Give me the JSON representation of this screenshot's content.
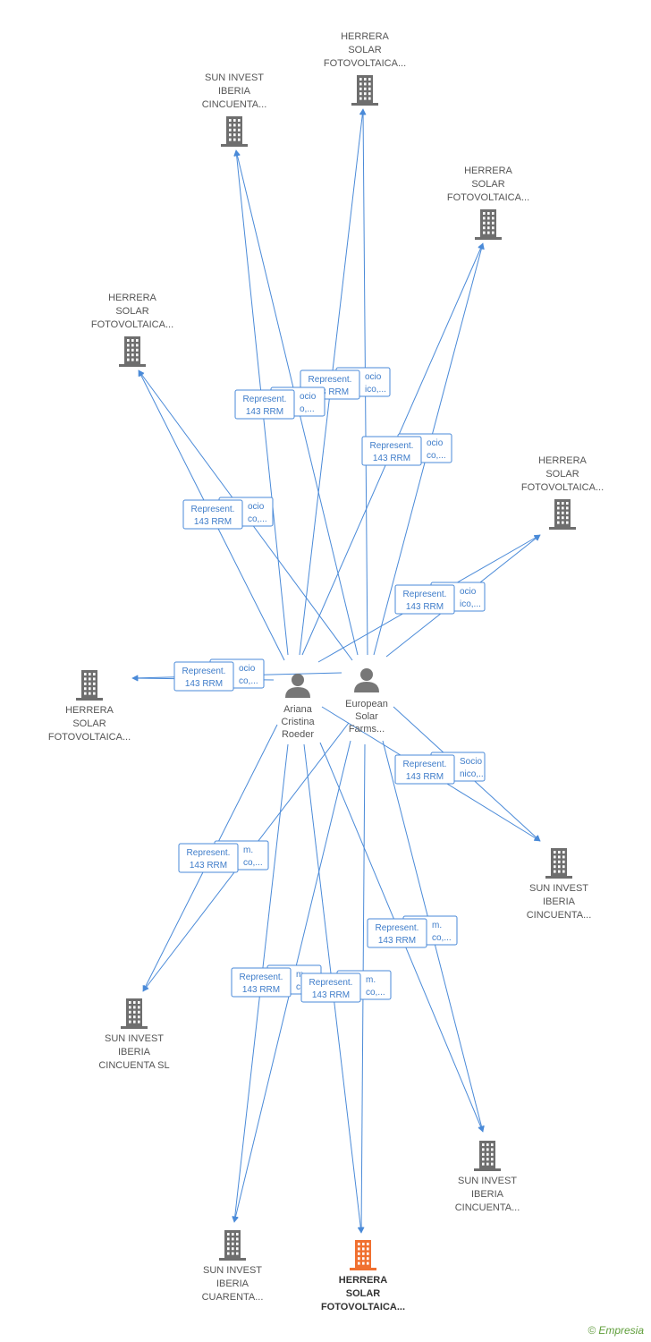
{
  "persons": [
    {
      "id": "p1",
      "label": [
        "Ariana",
        "Cristina",
        "Roeder"
      ]
    },
    {
      "id": "p2",
      "label": [
        "European",
        "Solar",
        "Farms..."
      ]
    }
  ],
  "companies": [
    {
      "id": "c1",
      "label": [
        "HERRERA",
        "SOLAR",
        "FOTOVOLTAICA..."
      ]
    },
    {
      "id": "c2",
      "label": [
        "SUN INVEST",
        "IBERIA",
        "CINCUENTA..."
      ]
    },
    {
      "id": "c3",
      "label": [
        "HERRERA",
        "SOLAR",
        "FOTOVOLTAICA..."
      ]
    },
    {
      "id": "c4",
      "label": [
        "HERRERA",
        "SOLAR",
        "FOTOVOLTAICA..."
      ]
    },
    {
      "id": "c5",
      "label": [
        "HERRERA",
        "SOLAR",
        "FOTOVOLTAICA..."
      ]
    },
    {
      "id": "c6",
      "label": [
        "HERRERA",
        "SOLAR",
        "FOTOVOLTAICA..."
      ]
    },
    {
      "id": "c7",
      "label": [
        "SUN INVEST",
        "IBERIA",
        "CINCUENTA..."
      ]
    },
    {
      "id": "c8",
      "label": [
        "SUN INVEST",
        "IBERIA",
        "CINCUENTA SL"
      ]
    },
    {
      "id": "c9",
      "label": [
        "SUN INVEST",
        "IBERIA",
        "CINCUENTA..."
      ]
    },
    {
      "id": "c10",
      "label": [
        "SUN INVEST",
        "IBERIA",
        "CUARENTA..."
      ]
    },
    {
      "id": "c11",
      "label": [
        "HERRERA",
        "SOLAR",
        "FOTOVOLTAICA..."
      ],
      "main": true
    }
  ],
  "edge_labels": [
    {
      "front": [
        "Represent.",
        "143 RRM"
      ],
      "back": [
        "ocio",
        "ico,..."
      ]
    },
    {
      "front": [
        "Represent.",
        "143 RRM"
      ],
      "back": [
        "ocio",
        "o,..."
      ]
    },
    {
      "front": [
        "Represent.",
        "143 RRM"
      ],
      "back": [
        "ocio",
        "co,..."
      ]
    },
    {
      "front": [
        "Represent.",
        "143 RRM"
      ],
      "back": [
        "ocio",
        "co,..."
      ]
    },
    {
      "front": [
        "Represent.",
        "143 RRM"
      ],
      "back": [
        "ocio",
        "ico,..."
      ]
    },
    {
      "front": [
        "Represent.",
        "143 RRM"
      ],
      "back": [
        "ocio",
        "co,..."
      ]
    },
    {
      "front": [
        "Represent.",
        "143 RRM"
      ],
      "back": [
        "Socio",
        "nico,..."
      ]
    },
    {
      "front": [
        "Represent.",
        "143 RRM"
      ],
      "back": [
        "m.",
        "co,..."
      ]
    },
    {
      "front": [
        "Represent.",
        "143 RRM"
      ],
      "back": [
        "m.",
        "co,..."
      ]
    },
    {
      "front": [
        "Represent.",
        "143 RRM"
      ],
      "back": [
        "m.",
        "co,..."
      ]
    },
    {
      "front": [
        "Represent.",
        "143 RRM"
      ],
      "back": [
        "m.",
        "co,..."
      ]
    }
  ],
  "colors": {
    "edge": "#4a8ad8",
    "company": "#6e6e6e",
    "main_company": "#f07030",
    "person": "#777777"
  },
  "brand": {
    "copyright": "©",
    "name": "Empresia"
  }
}
